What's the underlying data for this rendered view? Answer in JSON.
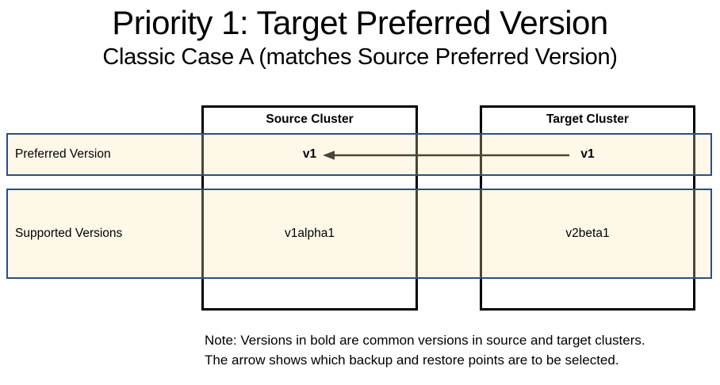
{
  "title": "Priority 1: Target Preferred Version",
  "subtitle": "Classic Case A (matches Source Preferred Version)",
  "clusters": {
    "source": {
      "header": "Source Cluster",
      "preferred_version": "v1",
      "supported_version": "v1alpha1"
    },
    "target": {
      "header": "Target Cluster",
      "preferred_version": "v1",
      "supported_version": "v2beta1"
    }
  },
  "rows": {
    "preferred": {
      "label": "Preferred Version"
    },
    "supported": {
      "label": "Supported Versions"
    }
  },
  "arrow": {
    "description": "arrow from target preferred version v1 pointing left to source preferred version v1"
  },
  "note": {
    "line1": "Note: Versions in bold are common versions in source and target clusters.",
    "line2": "The arrow shows which backup and restore points are to be selected."
  },
  "colors": {
    "band_fill": "rgba(248,232,178,0.3)",
    "band_border": "#2f4e80",
    "box_border": "#000000",
    "arrow": "#000000",
    "text": "#000000"
  }
}
